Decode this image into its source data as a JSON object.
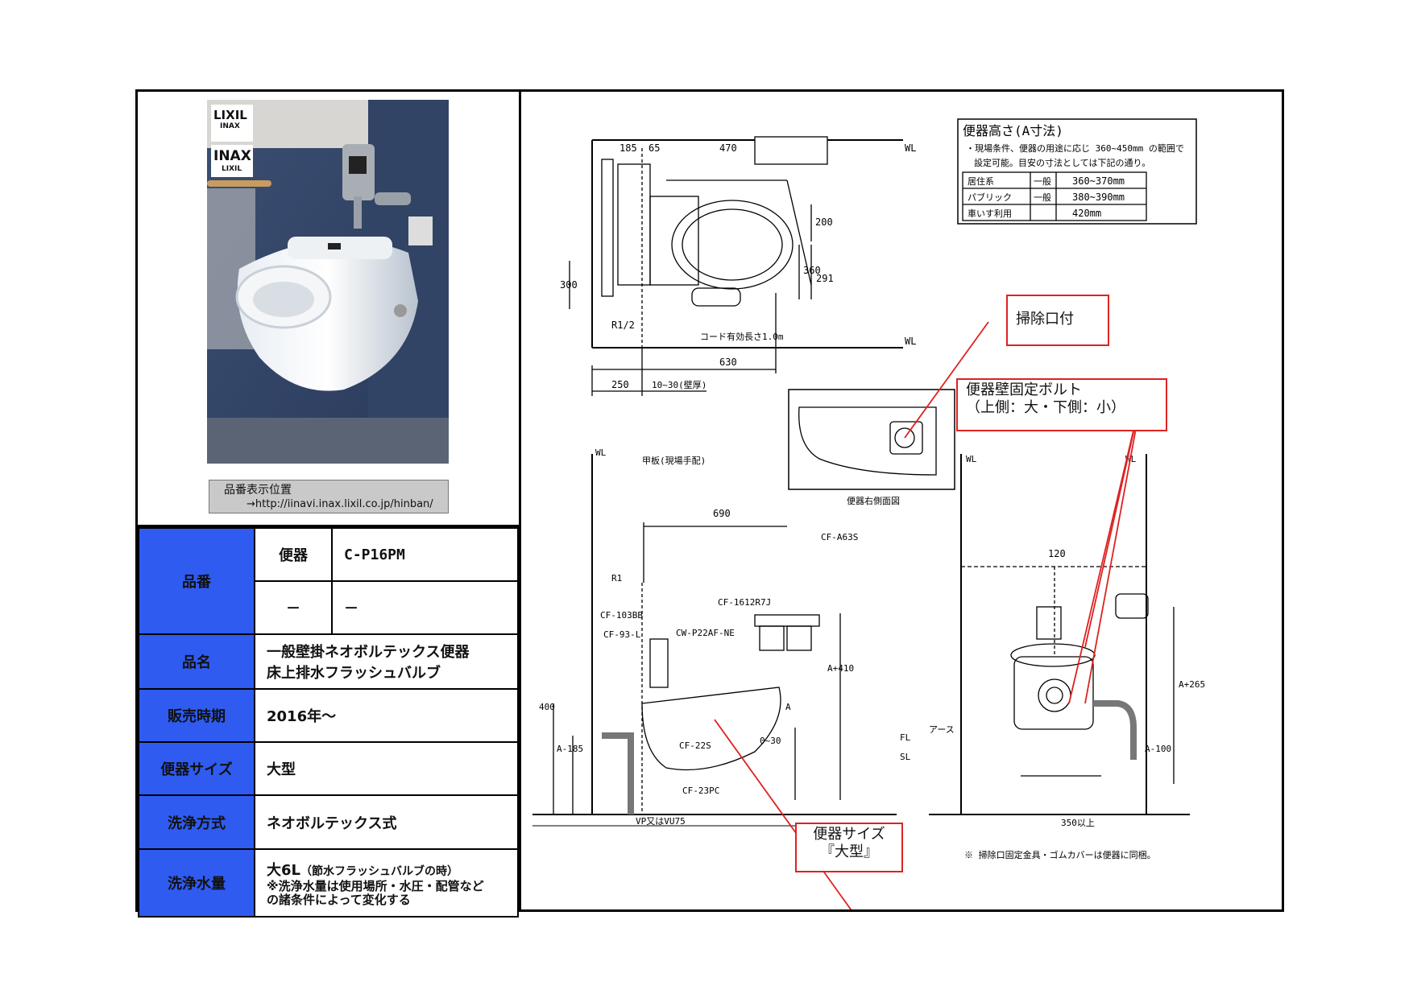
{
  "photo": {
    "logo_lixil_top": "LIXIL",
    "logo_lixil_sub": "INAX",
    "logo_inax": "INAX",
    "logo_inax_sub": "LIXIL"
  },
  "hinban_note": {
    "line1": "品番表示位置",
    "line2": "→http://iinavi.inax.lixil.co.jp/hinban/"
  },
  "spec": {
    "hinban_label": "品番",
    "benki_label": "便器",
    "benki_value": "C-P16PM",
    "dash1": "－",
    "dash2": "－",
    "hinmei_label": "品名",
    "hinmei_line1": "一般壁掛ネオボルテックス便器",
    "hinmei_line2": "床上排水フラッシュバルブ",
    "hanbai_label": "販売時期",
    "hanbai_value": "2016年～",
    "size_label": "便器サイズ",
    "size_value": "大型",
    "senjo_label": "洗浄方式",
    "senjo_value": "ネオボルテックス式",
    "suiryo_label": "洗浄水量",
    "suiryo_main": "大6L",
    "suiryo_paren": "（節水フラッシュバルブの時）",
    "suiryo_note1": "※洗浄水量は使用場所・水圧・配管など",
    "suiryo_note2": "の諸条件によって変化する"
  },
  "height_table": {
    "title": "便器高さ(A寸法)",
    "note1": "・現場条件、便器の用途に応じ 360~450mm の範囲で",
    "note2": "設定可能。目安の寸法としては下記の通り。",
    "rows": [
      {
        "use": "居住系",
        "type": "一般",
        "range": "360~370mm"
      },
      {
        "use": "パブリック",
        "type": "一般",
        "range": "380~390mm"
      },
      {
        "use": "車いす利用",
        "type": "",
        "range": "420mm"
      }
    ]
  },
  "callouts": {
    "soji": "掃除口付",
    "bolt_line1": "便器壁固定ボルト",
    "bolt_line2": "（上側：大・下側：小）",
    "size_line1": "便器サイズ",
    "size_line2": "『大型』"
  },
  "plan_dims": {
    "d185": "185",
    "d65": "65",
    "d470": "470",
    "d200": "200",
    "d360": "360",
    "d291": "291",
    "d300": "300",
    "r12": "R1/2",
    "cord": "コード有効長さ1.0m",
    "d630": "630",
    "d250": "250",
    "d1030": "10~30(壁厚)",
    "wl": "WL"
  },
  "side_caption": "便器右側面図",
  "elev_dims": {
    "wl": "WL",
    "kouban": "甲板(現場手配)",
    "d690": "690",
    "cfa63s": "CF-A63S",
    "r1": "R1",
    "cf103bb": "CF-103BB",
    "cf1612": "CF-1612R7J",
    "cf93": "CF-93-L",
    "cwp22": "CW-P22AF-NE",
    "a410": "A+410",
    "d400": "400",
    "a185": "A-185",
    "a": "A",
    "d030": "0~30",
    "cf22s": "CF-22S",
    "cf23pc": "CF-23PC",
    "vp": "VP又はVU75",
    "fl": "FL",
    "sl": "SL"
  },
  "front_dims": {
    "d120": "120",
    "a265": "A+265",
    "earth": "アース",
    "a100": "A-100",
    "d350": "350以上",
    "note": "※ 掃除口固定金具・ゴムカバーは便器に同梱。"
  }
}
